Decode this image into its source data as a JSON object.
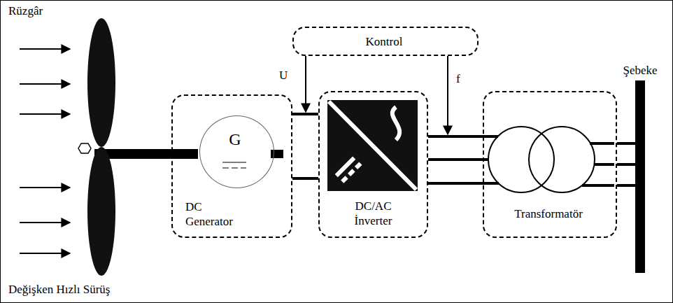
{
  "diagram": {
    "nodes": [
      {
        "text": [
          "Kontrol"
        ]
      },
      {
        "text": [
          "DC Generator"
        ]
      },
      {
        "text": [
          "G"
        ],
        "in": 1
      },
      {
        "text": [
          "DC/AC İnverter"
        ]
      },
      {
        "text": [
          "Transformatör"
        ]
      },
      {
        "text": [
          "Şebeke"
        ]
      }
    ],
    "edges": [
      {
        "from": 1,
        "to": 3,
        "arrow": "none"
      },
      {
        "from": 3,
        "to": 4,
        "arrow": "none"
      },
      {
        "from": 4,
        "to": 5,
        "arrow": "none"
      }
    ],
    "labels": [
      "Rüzgâr",
      "U",
      "f",
      "Değişken Hızlı Sürüş"
    ]
  }
}
